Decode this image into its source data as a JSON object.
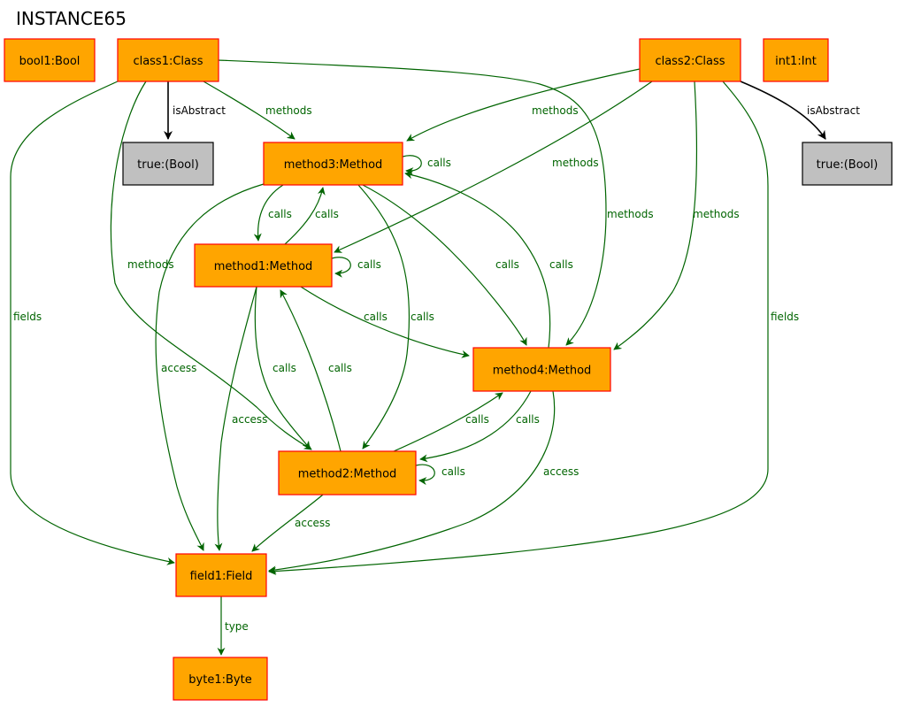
{
  "title": "INSTANCE65",
  "colors": {
    "object_fill": "#FFA500",
    "object_stroke": "#FF0000",
    "literal_fill": "#C0C0C0",
    "literal_stroke": "#000000",
    "edge": "#006400",
    "edge_attr": "#000000"
  },
  "nodes": [
    {
      "id": "bool1",
      "label": "bool1:Bool",
      "kind": "object"
    },
    {
      "id": "class1",
      "label": "class1:Class",
      "kind": "object"
    },
    {
      "id": "class2",
      "label": "class2:Class",
      "kind": "object"
    },
    {
      "id": "int1",
      "label": "int1:Int",
      "kind": "object"
    },
    {
      "id": "true1",
      "label": "true:(Bool)",
      "kind": "literal"
    },
    {
      "id": "true2",
      "label": "true:(Bool)",
      "kind": "literal"
    },
    {
      "id": "method3",
      "label": "method3:Method",
      "kind": "object"
    },
    {
      "id": "method1",
      "label": "method1:Method",
      "kind": "object"
    },
    {
      "id": "method4",
      "label": "method4:Method",
      "kind": "object"
    },
    {
      "id": "method2",
      "label": "method2:Method",
      "kind": "object"
    },
    {
      "id": "field1",
      "label": "field1:Field",
      "kind": "object"
    },
    {
      "id": "byte1",
      "label": "byte1:Byte",
      "kind": "object"
    }
  ],
  "edges": [
    {
      "from": "class1",
      "to": "true1",
      "label": "isAbstract"
    },
    {
      "from": "class1",
      "to": "method3",
      "label": "methods"
    },
    {
      "from": "class1",
      "to": "method4",
      "label": "methods"
    },
    {
      "from": "class1",
      "to": "method2",
      "label": "methods"
    },
    {
      "from": "class1",
      "to": "field1",
      "label": "fields"
    },
    {
      "from": "class2",
      "to": "method3",
      "label": "methods"
    },
    {
      "from": "class2",
      "to": "method1",
      "label": "methods"
    },
    {
      "from": "class2",
      "to": "method4",
      "label": "methods"
    },
    {
      "from": "class2",
      "to": "field1",
      "label": "fields"
    },
    {
      "from": "class2",
      "to": "true2",
      "label": "isAbstract"
    },
    {
      "from": "method3",
      "to": "method3",
      "label": "calls"
    },
    {
      "from": "method3",
      "to": "method1",
      "label": "calls"
    },
    {
      "from": "method1",
      "to": "method3",
      "label": "calls"
    },
    {
      "from": "method1",
      "to": "method1",
      "label": "calls"
    },
    {
      "from": "method3",
      "to": "method4",
      "label": "calls"
    },
    {
      "from": "method4",
      "to": "method3",
      "label": "calls"
    },
    {
      "from": "method1",
      "to": "method4",
      "label": "calls"
    },
    {
      "from": "method3",
      "to": "method2",
      "label": "calls"
    },
    {
      "from": "method3",
      "to": "field1",
      "label": "access"
    },
    {
      "from": "method1",
      "to": "method2",
      "label": "calls"
    },
    {
      "from": "method2",
      "to": "method1",
      "label": "calls"
    },
    {
      "from": "method1",
      "to": "field1",
      "label": "access"
    },
    {
      "from": "method2",
      "to": "method4",
      "label": "calls"
    },
    {
      "from": "method4",
      "to": "method2",
      "label": "calls"
    },
    {
      "from": "method2",
      "to": "method2",
      "label": "calls"
    },
    {
      "from": "method4",
      "to": "field1",
      "label": "access"
    },
    {
      "from": "method2",
      "to": "field1",
      "label": "access"
    },
    {
      "from": "field1",
      "to": "byte1",
      "label": "type"
    }
  ]
}
